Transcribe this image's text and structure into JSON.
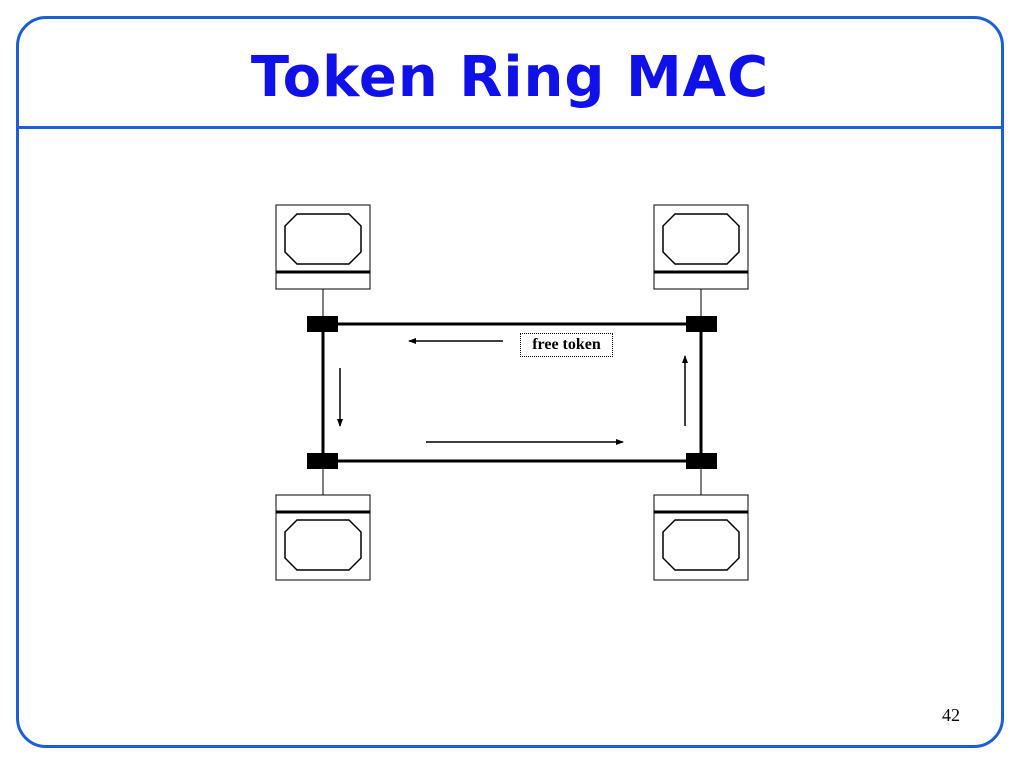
{
  "slide": {
    "title": "Token Ring MAC",
    "page_number": "42"
  },
  "diagram": {
    "token_label": "free token",
    "stations": [
      "computer-top-left",
      "computer-top-right",
      "computer-bottom-left",
      "computer-bottom-right"
    ],
    "ring_direction": "counter-clockwise",
    "colors": {
      "accent": "#1a5fd6",
      "title": "#1010e8",
      "line": "#000000"
    }
  }
}
